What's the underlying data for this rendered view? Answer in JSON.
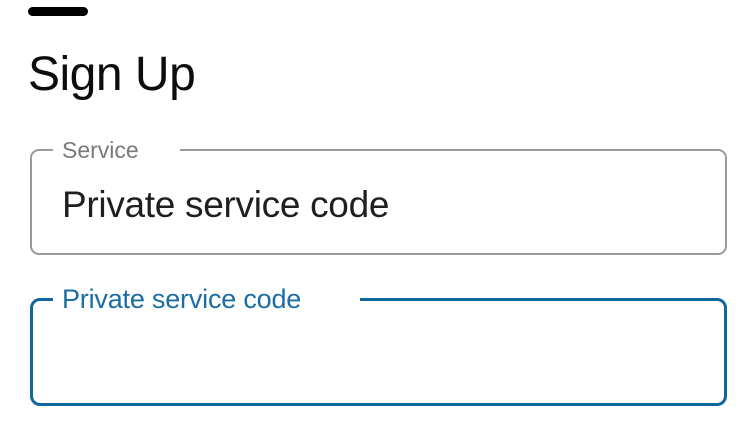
{
  "header": {
    "title": "Sign Up"
  },
  "form": {
    "service_field": {
      "label": "Service",
      "value": "Private service code",
      "state": "resting"
    },
    "code_field": {
      "label": "Private service code",
      "value": "",
      "state": "focused"
    }
  },
  "colors": {
    "accent_blue_border": "#0f679e",
    "accent_blue_label": "#1b6da3",
    "outline_gray": "#9a9a9a",
    "label_gray": "#7a7a7a",
    "text_dark": "#1f1f1f",
    "pill_black": "#000000",
    "background": "#ffffff"
  }
}
